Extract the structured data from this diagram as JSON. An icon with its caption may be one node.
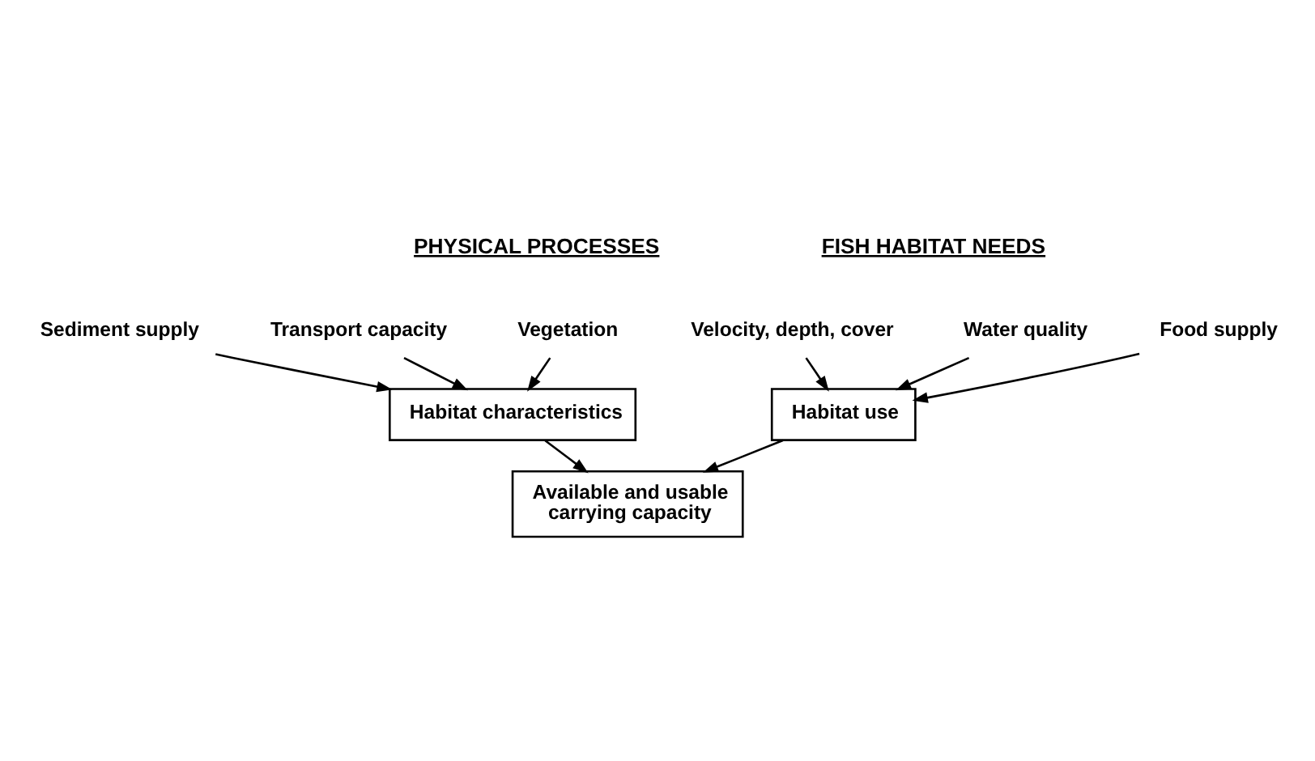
{
  "diagram": {
    "nodes": [
      {
        "text": [
          "Sediment supply"
        ]
      },
      {
        "text": [
          "Transport capacity"
        ]
      },
      {
        "text": [
          "Vegetation"
        ]
      },
      {
        "text": [
          "Habitat characteristics"
        ]
      },
      {
        "text": [
          "Velocity, depth, cover"
        ]
      },
      {
        "text": [
          "Water quality"
        ]
      },
      {
        "text": [
          "Food supply"
        ]
      },
      {
        "text": [
          "Habitat use"
        ]
      },
      {
        "text": [
          "Available and usable carrying capacity"
        ]
      }
    ],
    "edges": [
      {
        "from": 2,
        "to": 3,
        "arrow": "to"
      },
      {
        "from": 1,
        "to": 3,
        "arrow": "to"
      },
      {
        "from": 0,
        "to": 3,
        "arrow": "to"
      },
      {
        "from": 4,
        "to": 7,
        "arrow": "to"
      },
      {
        "from": 5,
        "to": 7,
        "arrow": "to"
      },
      {
        "from": 6,
        "to": 7,
        "arrow": "to"
      },
      {
        "from": 3,
        "to": 8,
        "arrow": "to"
      },
      {
        "from": 7,
        "to": 8,
        "arrow": "to"
      }
    ],
    "labels": [
      "PHYSICAL PROCESSES",
      "FISH HABITAT NEEDS"
    ]
  }
}
